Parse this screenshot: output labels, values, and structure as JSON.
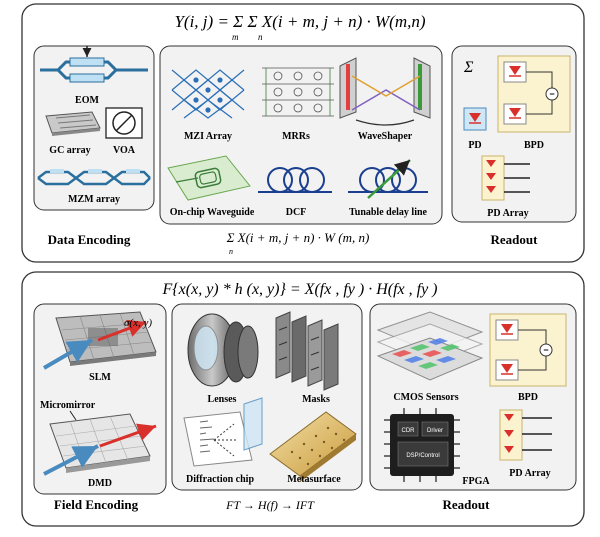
{
  "top": {
    "equation": "Y(i, j) = Σ Σ X(i + m, j + n) · W(m,n)",
    "sum_index_m": "m",
    "sum_index_n": "n",
    "data_encoding": {
      "title": "Data Encoding",
      "items": [
        "EOM",
        "GC array",
        "VOA",
        "MZM array"
      ]
    },
    "processing": {
      "items": [
        "MZI Array",
        "MRRs",
        "WaveShaper",
        "On-chip Waveguide",
        "DCF",
        "Tunable delay line"
      ],
      "equation": "Σ X(i + m, j + n) · W (m, n)",
      "sum_index": "n"
    },
    "readout": {
      "title": "Readout",
      "sigma": "Σ",
      "items": [
        "PD",
        "BPD",
        "PD Array"
      ],
      "minus": "−"
    }
  },
  "bottom": {
    "equation": "F{x(x, y) * h (x, y)} = X(fx , fy ) · H(fx , fy )",
    "field_encoding": {
      "title": "Field Encoding",
      "items": [
        "SLM",
        "Micromirror",
        "DMD"
      ],
      "sigma_label": "σ(x, y)"
    },
    "processing": {
      "items": [
        "Lenses",
        "Masks",
        "Diffraction chip",
        "Metasurface"
      ],
      "equation": "FT → H(f) → IFT"
    },
    "readout": {
      "title": "Readout",
      "items": [
        "CMOS Sensors",
        "BPD",
        "FPGA",
        "PD Array"
      ],
      "chip_labels": [
        "CDR",
        "Driver",
        "DSP/Control"
      ],
      "minus": "−"
    }
  },
  "colors": {
    "panel_fill": "#f2f2f2",
    "border": "#333333",
    "blue": "#4a8bbf",
    "red": "#d9302c",
    "yellow_bg": "#fbf3cf",
    "green": "#6aa84f"
  }
}
